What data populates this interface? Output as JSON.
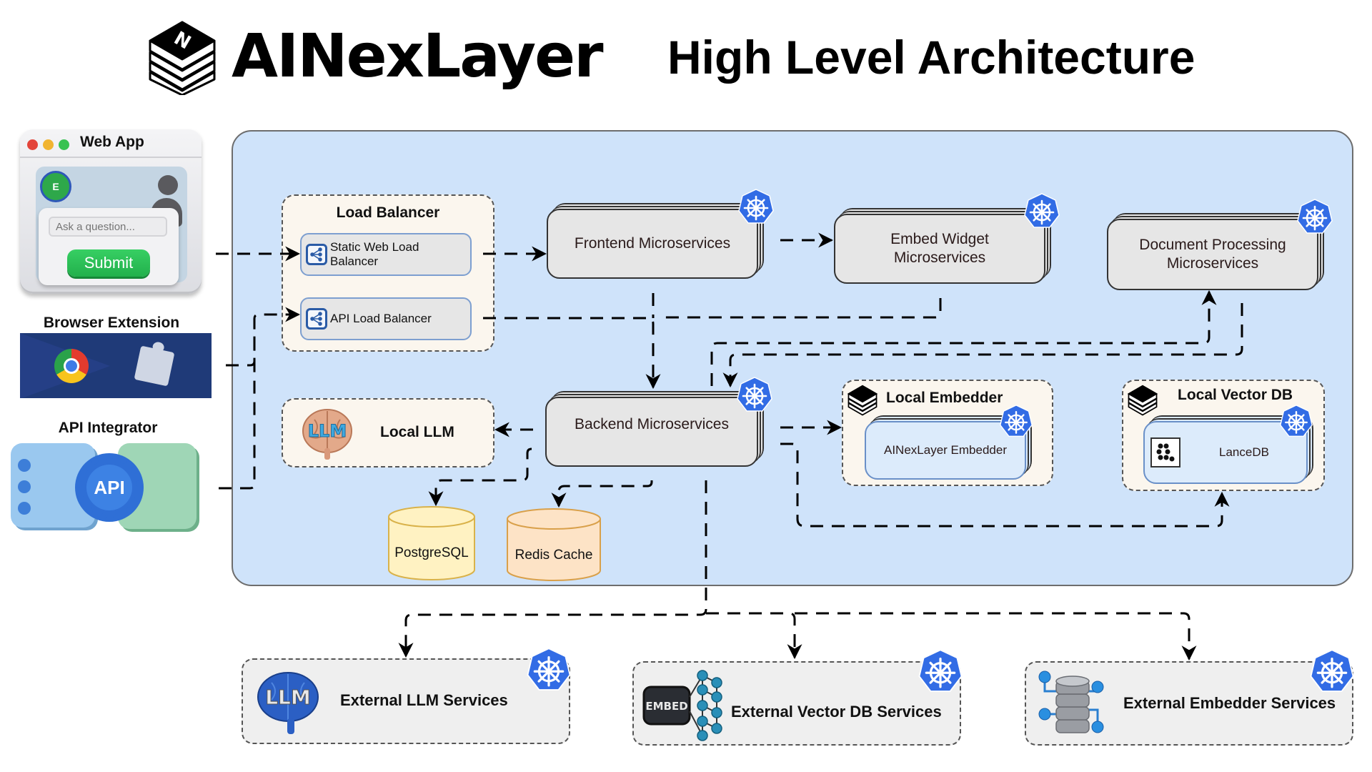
{
  "header": {
    "brand": "AINexLayer",
    "subtitle": "High Level Architecture",
    "logo_icon": "stacked-layers-n-icon"
  },
  "clients": {
    "web_app": {
      "title": "Web App",
      "input_placeholder": "Ask a question...",
      "submit_label": "Submit",
      "globe_letter": "E"
    },
    "browser_extension": {
      "label": "Browser Extension"
    },
    "api_integrator": {
      "label": "API Integrator",
      "badge": "API"
    }
  },
  "load_balancer": {
    "title": "Load Balancer",
    "items": [
      {
        "label": "Static Web Load Balancer"
      },
      {
        "label": "API Load Balancer"
      }
    ]
  },
  "services": {
    "frontend": "Frontend Microservices",
    "embed_widget_line1": "Embed Widget",
    "embed_widget_line2": "Microservices",
    "doc_processing_line1": "Document Processing",
    "doc_processing_line2": "Microservices",
    "backend": "Backend Microservices"
  },
  "local_llm": {
    "label": "Local LLM",
    "badge": "LLM"
  },
  "local_embedder": {
    "title": "Local Embedder",
    "inner": "AINexLayer Embedder"
  },
  "local_vector_db": {
    "title": "Local Vector DB",
    "inner": "LanceDB"
  },
  "datastores": {
    "postgres": "PostgreSQL",
    "redis": "Redis Cache"
  },
  "external": {
    "llm": {
      "label": "External LLM Services",
      "badge": "LLM"
    },
    "vector_db": {
      "label": "External Vector DB Services",
      "badge": "EMBED"
    },
    "embedder": {
      "label": "External Embedder Services"
    }
  },
  "colors": {
    "container_bg": "#cfe3fa",
    "group_bg": "#fbf6ee",
    "service_bg": "#e6e6e6",
    "k8s_blue": "#326ce5",
    "postgres_fill": "#fff2c2",
    "redis_fill": "#fde3c6"
  }
}
